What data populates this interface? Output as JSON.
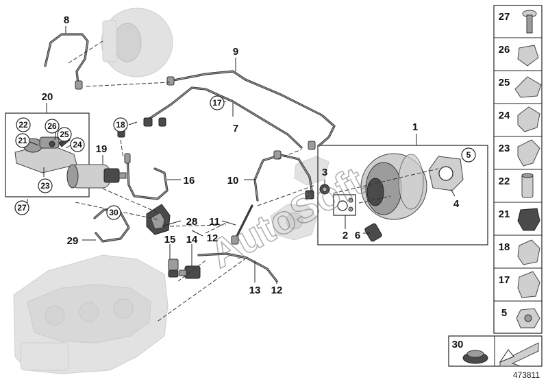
{
  "diagram": {
    "part_labels": [
      "1",
      "2",
      "3",
      "4",
      "5",
      "6",
      "7",
      "8",
      "9",
      "10",
      "11",
      "12",
      "12",
      "13",
      "14",
      "15",
      "16",
      "17",
      "18",
      "19",
      "20",
      "21",
      "22",
      "23",
      "24",
      "25",
      "26",
      "27",
      "28",
      "29",
      "30"
    ],
    "circled_labels": [
      "5",
      "17",
      "18",
      "21",
      "22",
      "23",
      "24",
      "25",
      "26",
      "27",
      "30"
    ],
    "legend_items": [
      "27",
      "26",
      "25",
      "24",
      "23",
      "22",
      "21",
      "18",
      "17",
      "5"
    ],
    "legend_bottom_item": "30",
    "watermark": "AutoSoft",
    "reference_number": "473811"
  }
}
